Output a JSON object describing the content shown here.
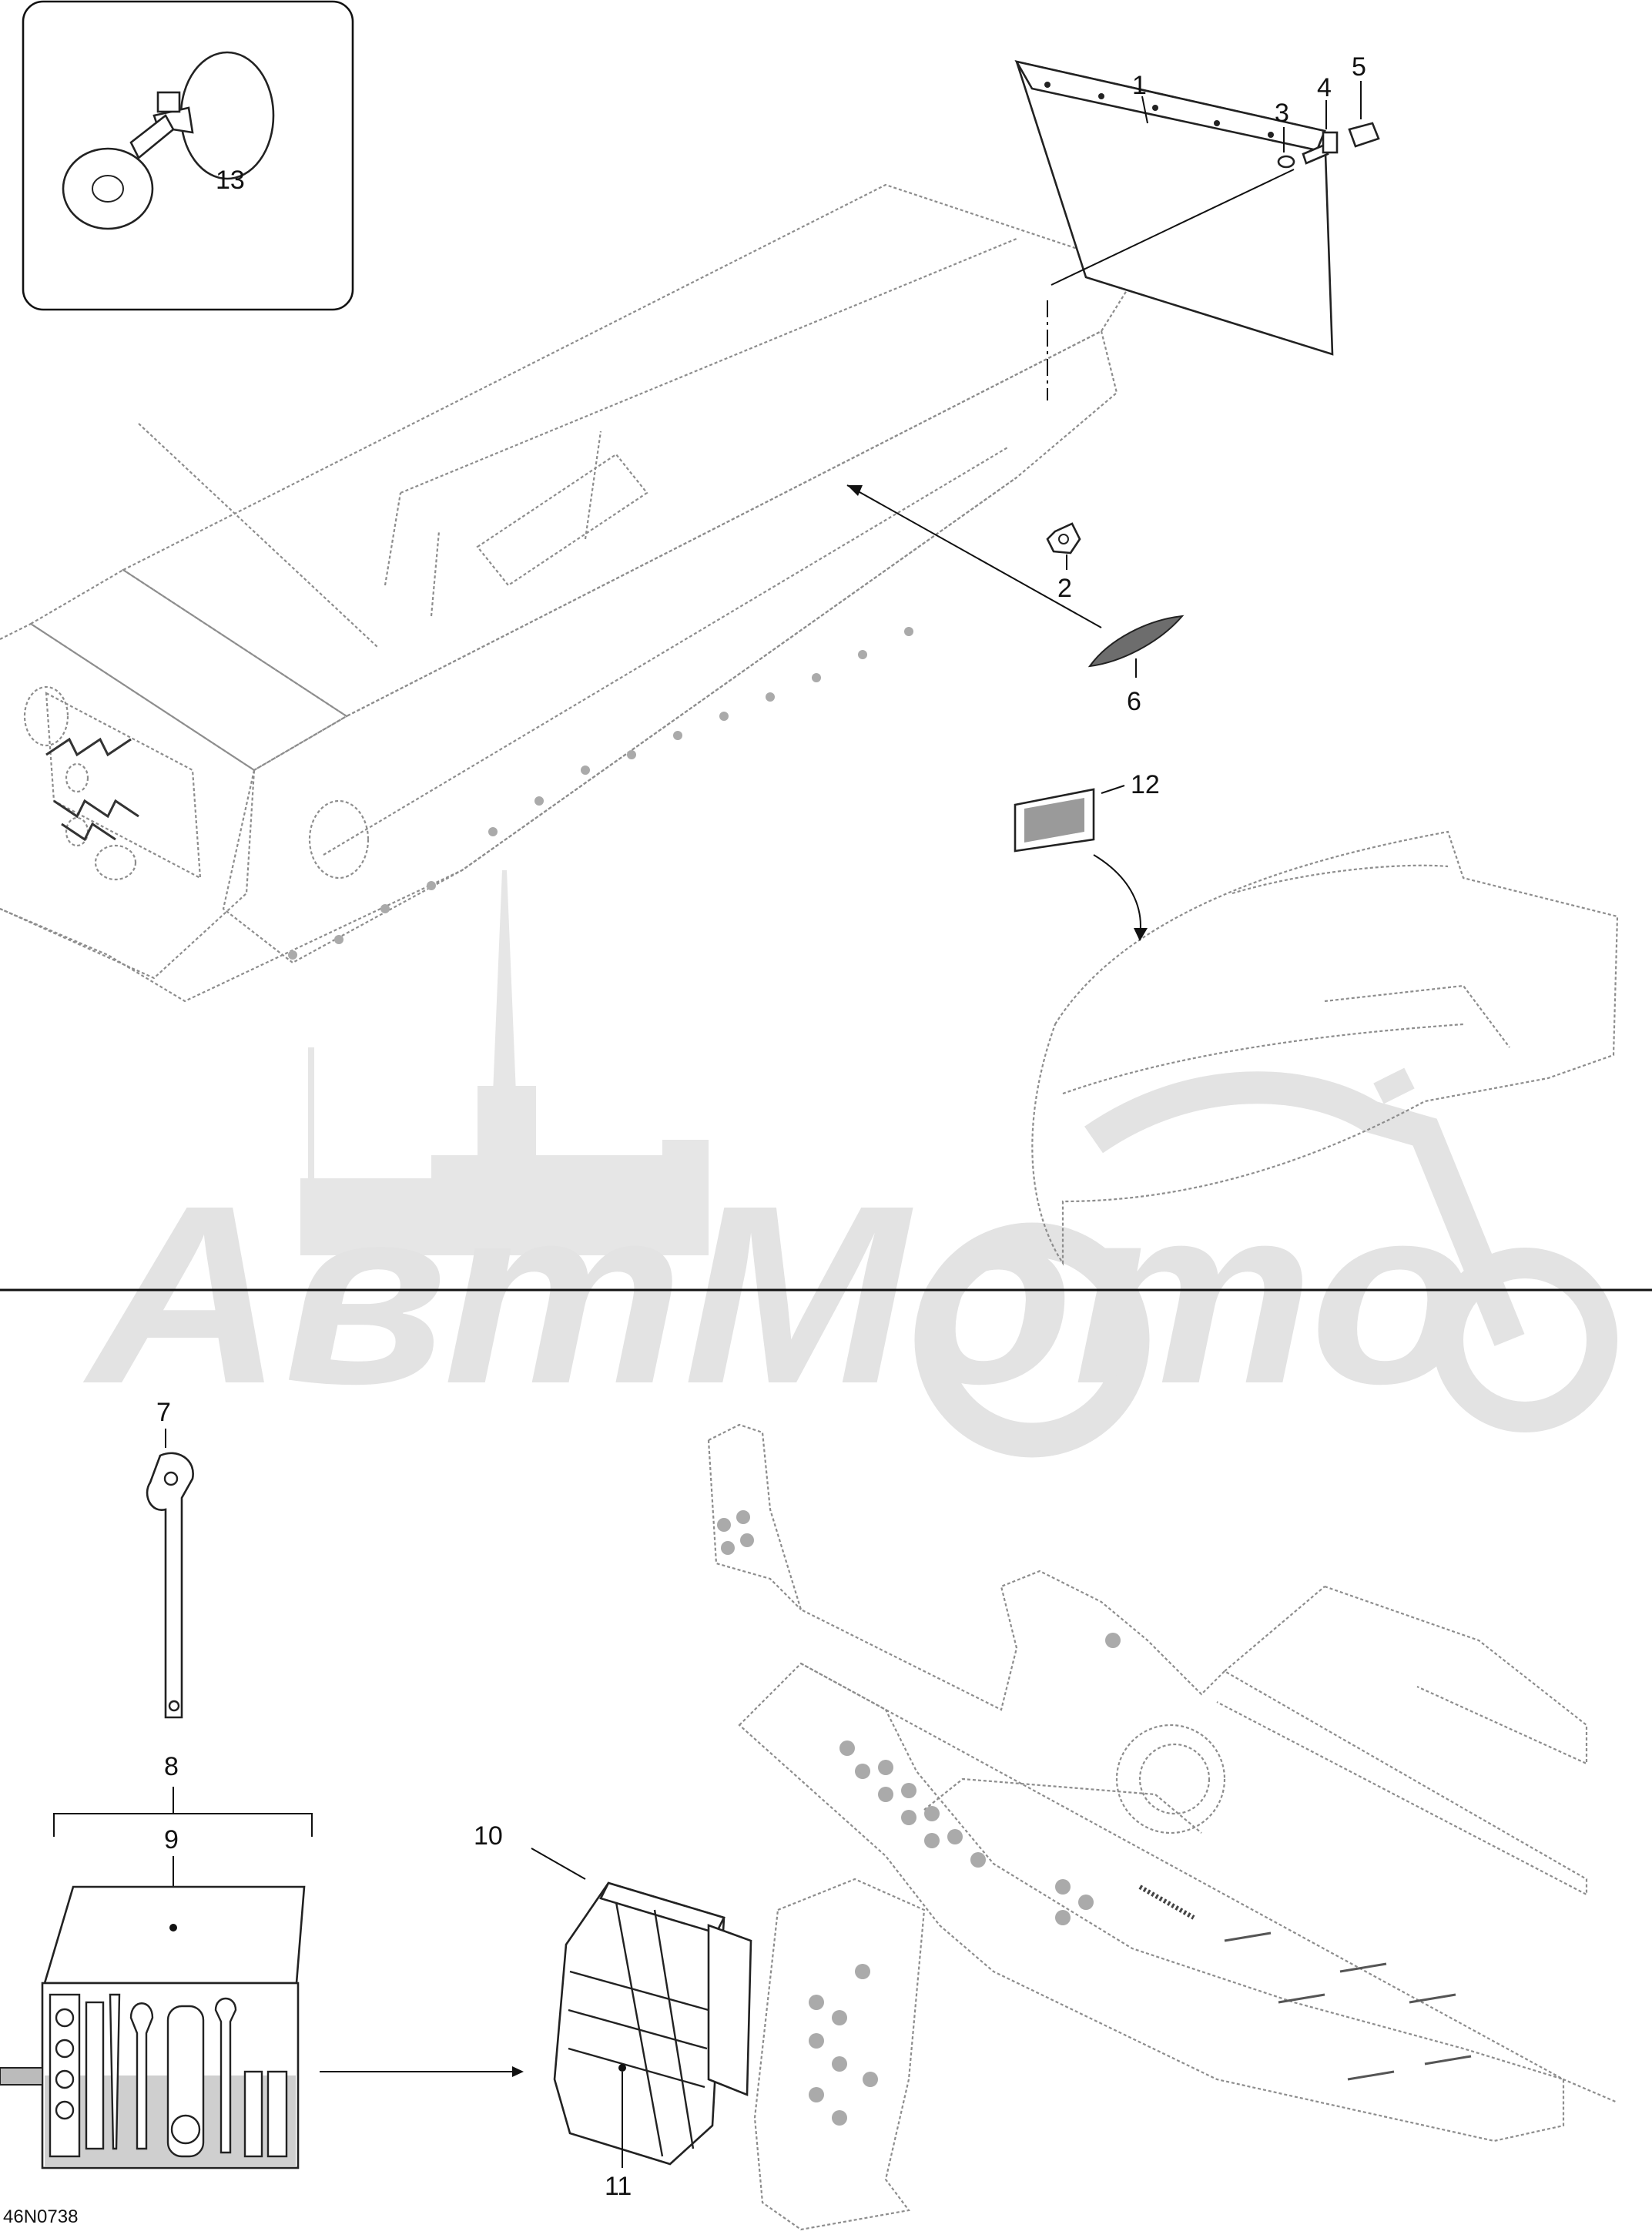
{
  "drawing_code": "46N0738",
  "callouts": {
    "c1": "1",
    "c2": "2",
    "c3": "3",
    "c4": "4",
    "c5": "5",
    "c6": "6",
    "c7": "7",
    "c8": "8",
    "c9": "9",
    "c10": "10",
    "c11": "11",
    "c12": "12",
    "c13": "13"
  },
  "watermark": {
    "text": "АвтМото"
  }
}
